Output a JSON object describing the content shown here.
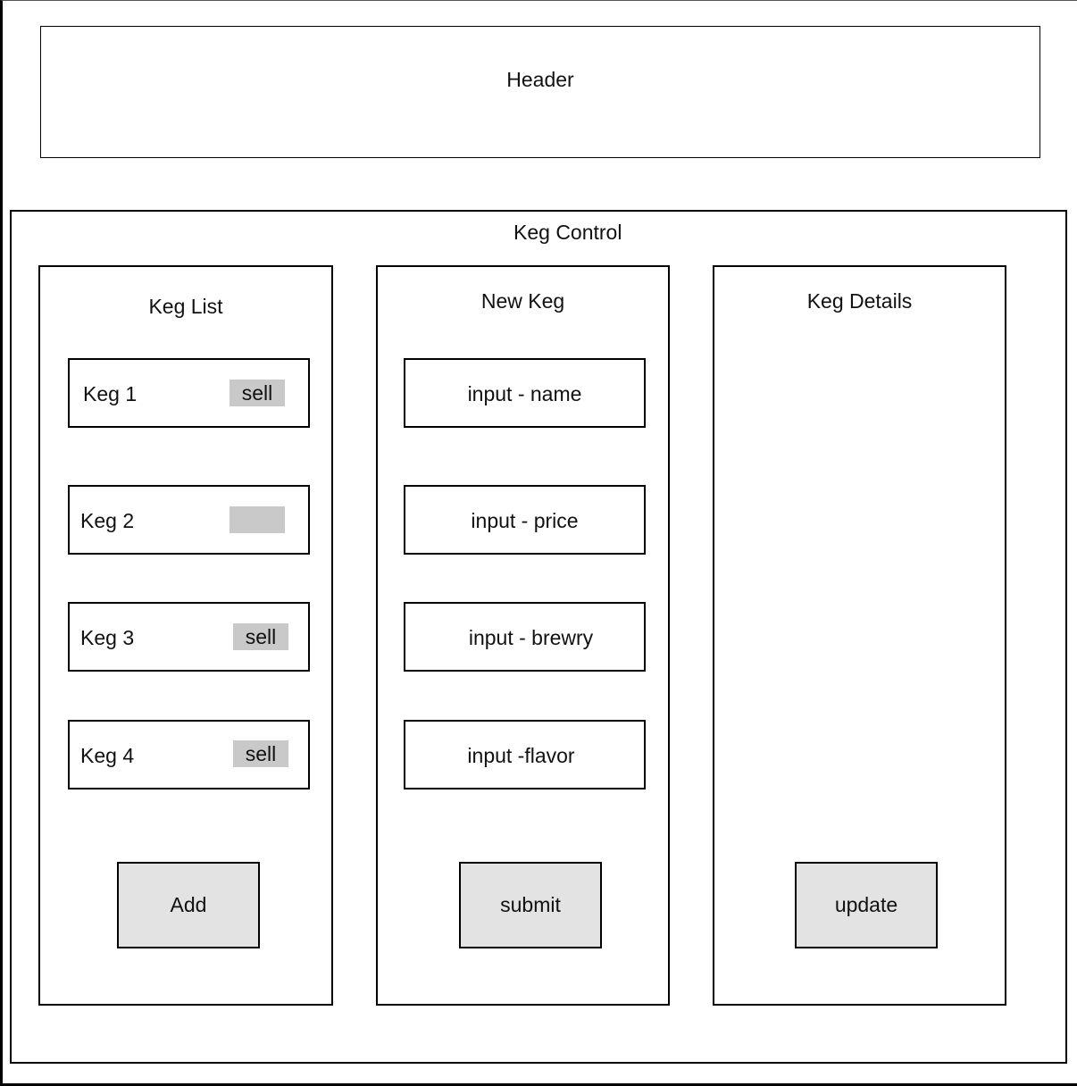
{
  "header": {
    "title": "Header"
  },
  "keg_control": {
    "title": "Keg Control"
  },
  "keg_list": {
    "title": "Keg List",
    "items": [
      {
        "label": "Keg 1",
        "action": "sell"
      },
      {
        "label": "Keg 2",
        "action": ""
      },
      {
        "label": "Keg 3",
        "action": "sell"
      },
      {
        "label": "Keg 4",
        "action": "sell"
      }
    ],
    "add_label": "Add"
  },
  "new_keg": {
    "title": "New Keg",
    "inputs": [
      {
        "label": "input - name"
      },
      {
        "label": "input - price"
      },
      {
        "label": "input - brewry"
      },
      {
        "label": "input -flavor"
      }
    ],
    "submit_label": "submit"
  },
  "keg_details": {
    "title": "Keg Details",
    "update_label": "update"
  },
  "colors": {
    "border": "#000000",
    "sell_fill": "#c9c9c9",
    "button_fill": "#e3e3e3"
  }
}
